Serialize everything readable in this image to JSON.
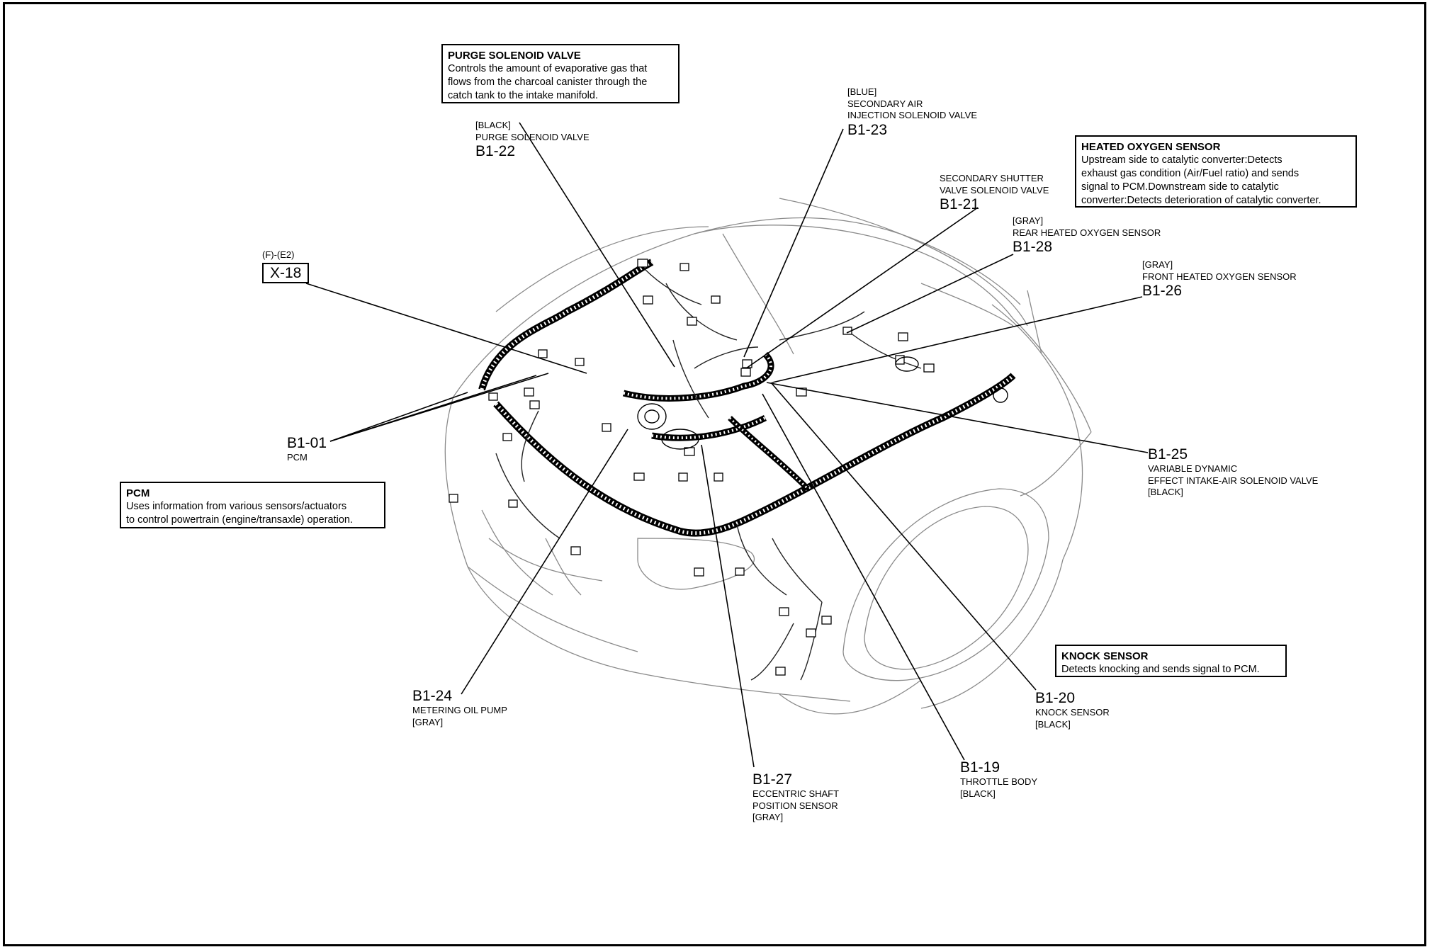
{
  "callouts": {
    "purge": {
      "title": "PURGE SOLENOID VALVE",
      "body": [
        "Controls the amount of evaporative gas that",
        "flows from the charcoal canister through the",
        "catch tank to the intake manifold."
      ]
    },
    "hos": {
      "title": "HEATED OXYGEN SENSOR",
      "body": [
        "Upstream side to catalytic converter:Detects",
        "exhaust gas condition (Air/Fuel ratio) and sends",
        "signal to PCM.Downstream side to catalytic",
        "converter:Detects deterioration of catalytic converter."
      ]
    },
    "pcm": {
      "title": "PCM",
      "body": [
        "Uses information from various sensors/actuators",
        "to control powertrain (engine/transaxle) operation."
      ]
    },
    "knock": {
      "title": "KNOCK SENSOR",
      "body": [
        "Detects knocking and sends signal to PCM."
      ]
    }
  },
  "connectors": {
    "b122": {
      "pre": [
        "[BLACK]",
        "PURGE SOLENOID VALVE"
      ],
      "code": "B1-22",
      "post": []
    },
    "b123": {
      "pre": [
        "[BLUE]",
        "SECONDARY AIR",
        "INJECTION SOLENOID VALVE"
      ],
      "code": "B1-23",
      "post": []
    },
    "b121": {
      "pre": [
        "SECONDARY SHUTTER",
        "VALVE SOLENOID VALVE"
      ],
      "code": "B1-21",
      "post": []
    },
    "b128": {
      "pre": [
        "[GRAY]",
        "REAR HEATED OXYGEN SENSOR"
      ],
      "code": "B1-28",
      "post": []
    },
    "b126": {
      "pre": [
        "[GRAY]",
        "FRONT HEATED OXYGEN SENSOR"
      ],
      "code": "B1-26",
      "post": []
    },
    "b101": {
      "pre": [],
      "code": "B1-01",
      "post": [
        "PCM"
      ]
    },
    "b125": {
      "pre": [],
      "code": "B1-25",
      "post": [
        "VARIABLE DYNAMIC",
        "EFFECT INTAKE-AIR SOLENOID VALVE",
        "[BLACK]"
      ]
    },
    "b124": {
      "pre": [],
      "code": "B1-24",
      "post": [
        "METERING OIL PUMP",
        "[GRAY]"
      ]
    },
    "b127": {
      "pre": [],
      "code": "B1-27",
      "post": [
        "ECCENTRIC SHAFT",
        "POSITION SENSOR",
        "[GRAY]"
      ]
    },
    "b119": {
      "pre": [],
      "code": "B1-19",
      "post": [
        "THROTTLE BODY",
        "[BLACK]"
      ]
    },
    "b120": {
      "pre": [],
      "code": "B1-20",
      "post": [
        "KNOCK SENSOR",
        "[BLACK]"
      ]
    }
  },
  "x18": {
    "ref": "(F)-(E2)",
    "code": "X-18"
  }
}
